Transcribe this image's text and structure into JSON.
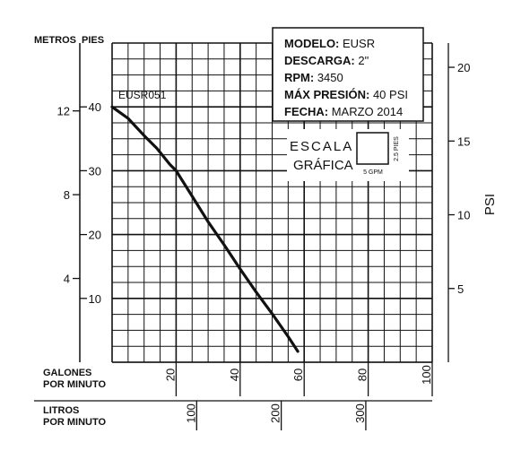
{
  "chart_data": {
    "type": "line",
    "axes": {
      "meters_label": "METROS",
      "feet_label": "PIES",
      "psi_label": "PSI",
      "gpm_label_1": "GALONES",
      "gpm_label_2": "POR MINUTO",
      "lpm_label_1": "LITROS",
      "lpm_label_2": "POR MINUTO"
    },
    "feet_ticks": [
      10,
      20,
      30,
      40
    ],
    "meters_ticks": [
      4,
      8,
      12
    ],
    "psi_ticks": [
      5,
      10,
      15,
      20
    ],
    "gpm_ticks": [
      20,
      40,
      60,
      80,
      100
    ],
    "lpm_ticks": [
      100,
      200,
      300
    ],
    "xlim_gpm": [
      0,
      100
    ],
    "ylim_feet": [
      0,
      50
    ],
    "grid_scale": {
      "label_1": "ESCALA",
      "label_2": "GRÁFICA",
      "vertical": "2.5 PIES",
      "horizontal": "5 GPM"
    },
    "info_box": [
      {
        "label": "MODELO:",
        "value": " EUSR"
      },
      {
        "label": "DESCARGA:",
        "value": " 2\""
      },
      {
        "label": "RPM:",
        "value": " 3450"
      },
      {
        "label": "MÁX PRESIÓN:",
        "value": " 40 PSI"
      },
      {
        "label": "FECHA:",
        "value": " MARZO 2014"
      }
    ],
    "series": [
      {
        "name": "EUSR051",
        "points": [
          [
            0,
            40
          ],
          [
            5,
            38.2
          ],
          [
            10,
            35.5
          ],
          [
            14,
            33.5
          ],
          [
            18,
            31
          ],
          [
            20,
            30
          ],
          [
            25,
            26
          ],
          [
            30,
            22
          ],
          [
            35,
            18.4
          ],
          [
            40,
            14.6
          ],
          [
            45,
            11
          ],
          [
            50,
            7.6
          ],
          [
            55,
            4
          ],
          [
            58,
            1.7
          ]
        ]
      }
    ]
  }
}
